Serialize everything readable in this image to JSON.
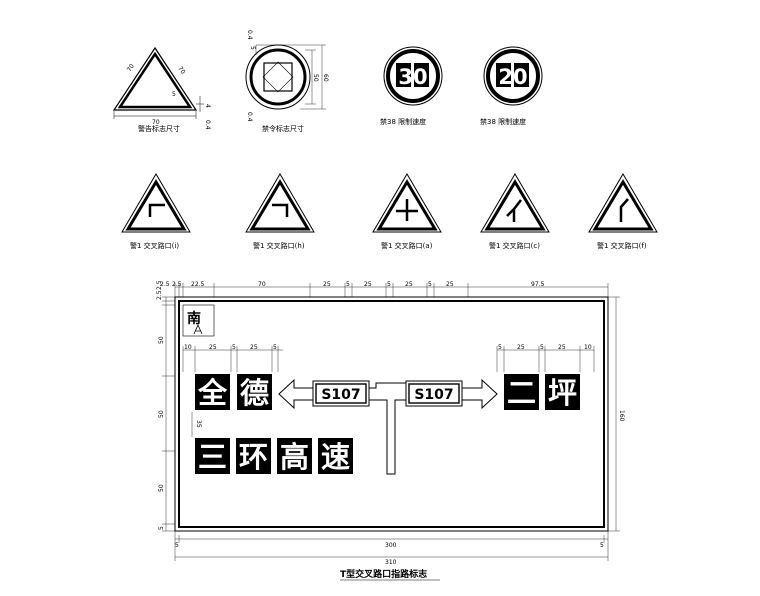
{
  "warning_sign_size": {
    "caption": "警告标志尺寸",
    "side_left": "70",
    "side_right": "70",
    "base": "70",
    "inner": "5",
    "margin_a": "4",
    "margin_b": "0.4"
  },
  "prohibition_sign_size": {
    "caption": "禁令标志尺寸",
    "top_dim": "0.4",
    "side_dim": "5",
    "inner_dim": "50",
    "outer_dim": "60",
    "bottom_dim": "0.4"
  },
  "speed_limit_signs": [
    {
      "number": "30",
      "caption": "禁38 限制速度"
    },
    {
      "number": "20",
      "caption": "禁38 限制速度"
    }
  ],
  "junction_signs": [
    {
      "caption": "警1 交叉路口(i)"
    },
    {
      "caption": "警1 交叉路口(h)"
    },
    {
      "caption": "警1 交叉路口(a)"
    },
    {
      "caption": "警1 交叉路口(c)"
    },
    {
      "caption": "警1 交叉路口(f)"
    }
  ],
  "guide_sign": {
    "title": "T型交叉路口指路标志",
    "north_char": "南",
    "left_place": [
      "全",
      "德"
    ],
    "right_place": [
      "二",
      "坪"
    ],
    "bottom_place": [
      "三",
      "环",
      "高",
      "速"
    ],
    "route_left": "S107",
    "route_right": "S107",
    "top_dims": [
      "2.5",
      "2.5",
      "22.5",
      "70",
      "25",
      "5",
      "25",
      "5",
      "25",
      "5",
      "25",
      "97.5"
    ],
    "left_dims": [
      "2.5",
      "2.5",
      "50",
      "50",
      "50",
      "5"
    ],
    "right_dim": "160",
    "left_group_dims": [
      "10",
      "25",
      "5",
      "25",
      "5"
    ],
    "right_group_dims": [
      "5",
      "25",
      "5",
      "25",
      "10"
    ],
    "small_dim": "35",
    "bottom_inner_left": "5",
    "bottom_inner": "300",
    "bottom_inner_right": "5",
    "bottom_total": "310"
  }
}
